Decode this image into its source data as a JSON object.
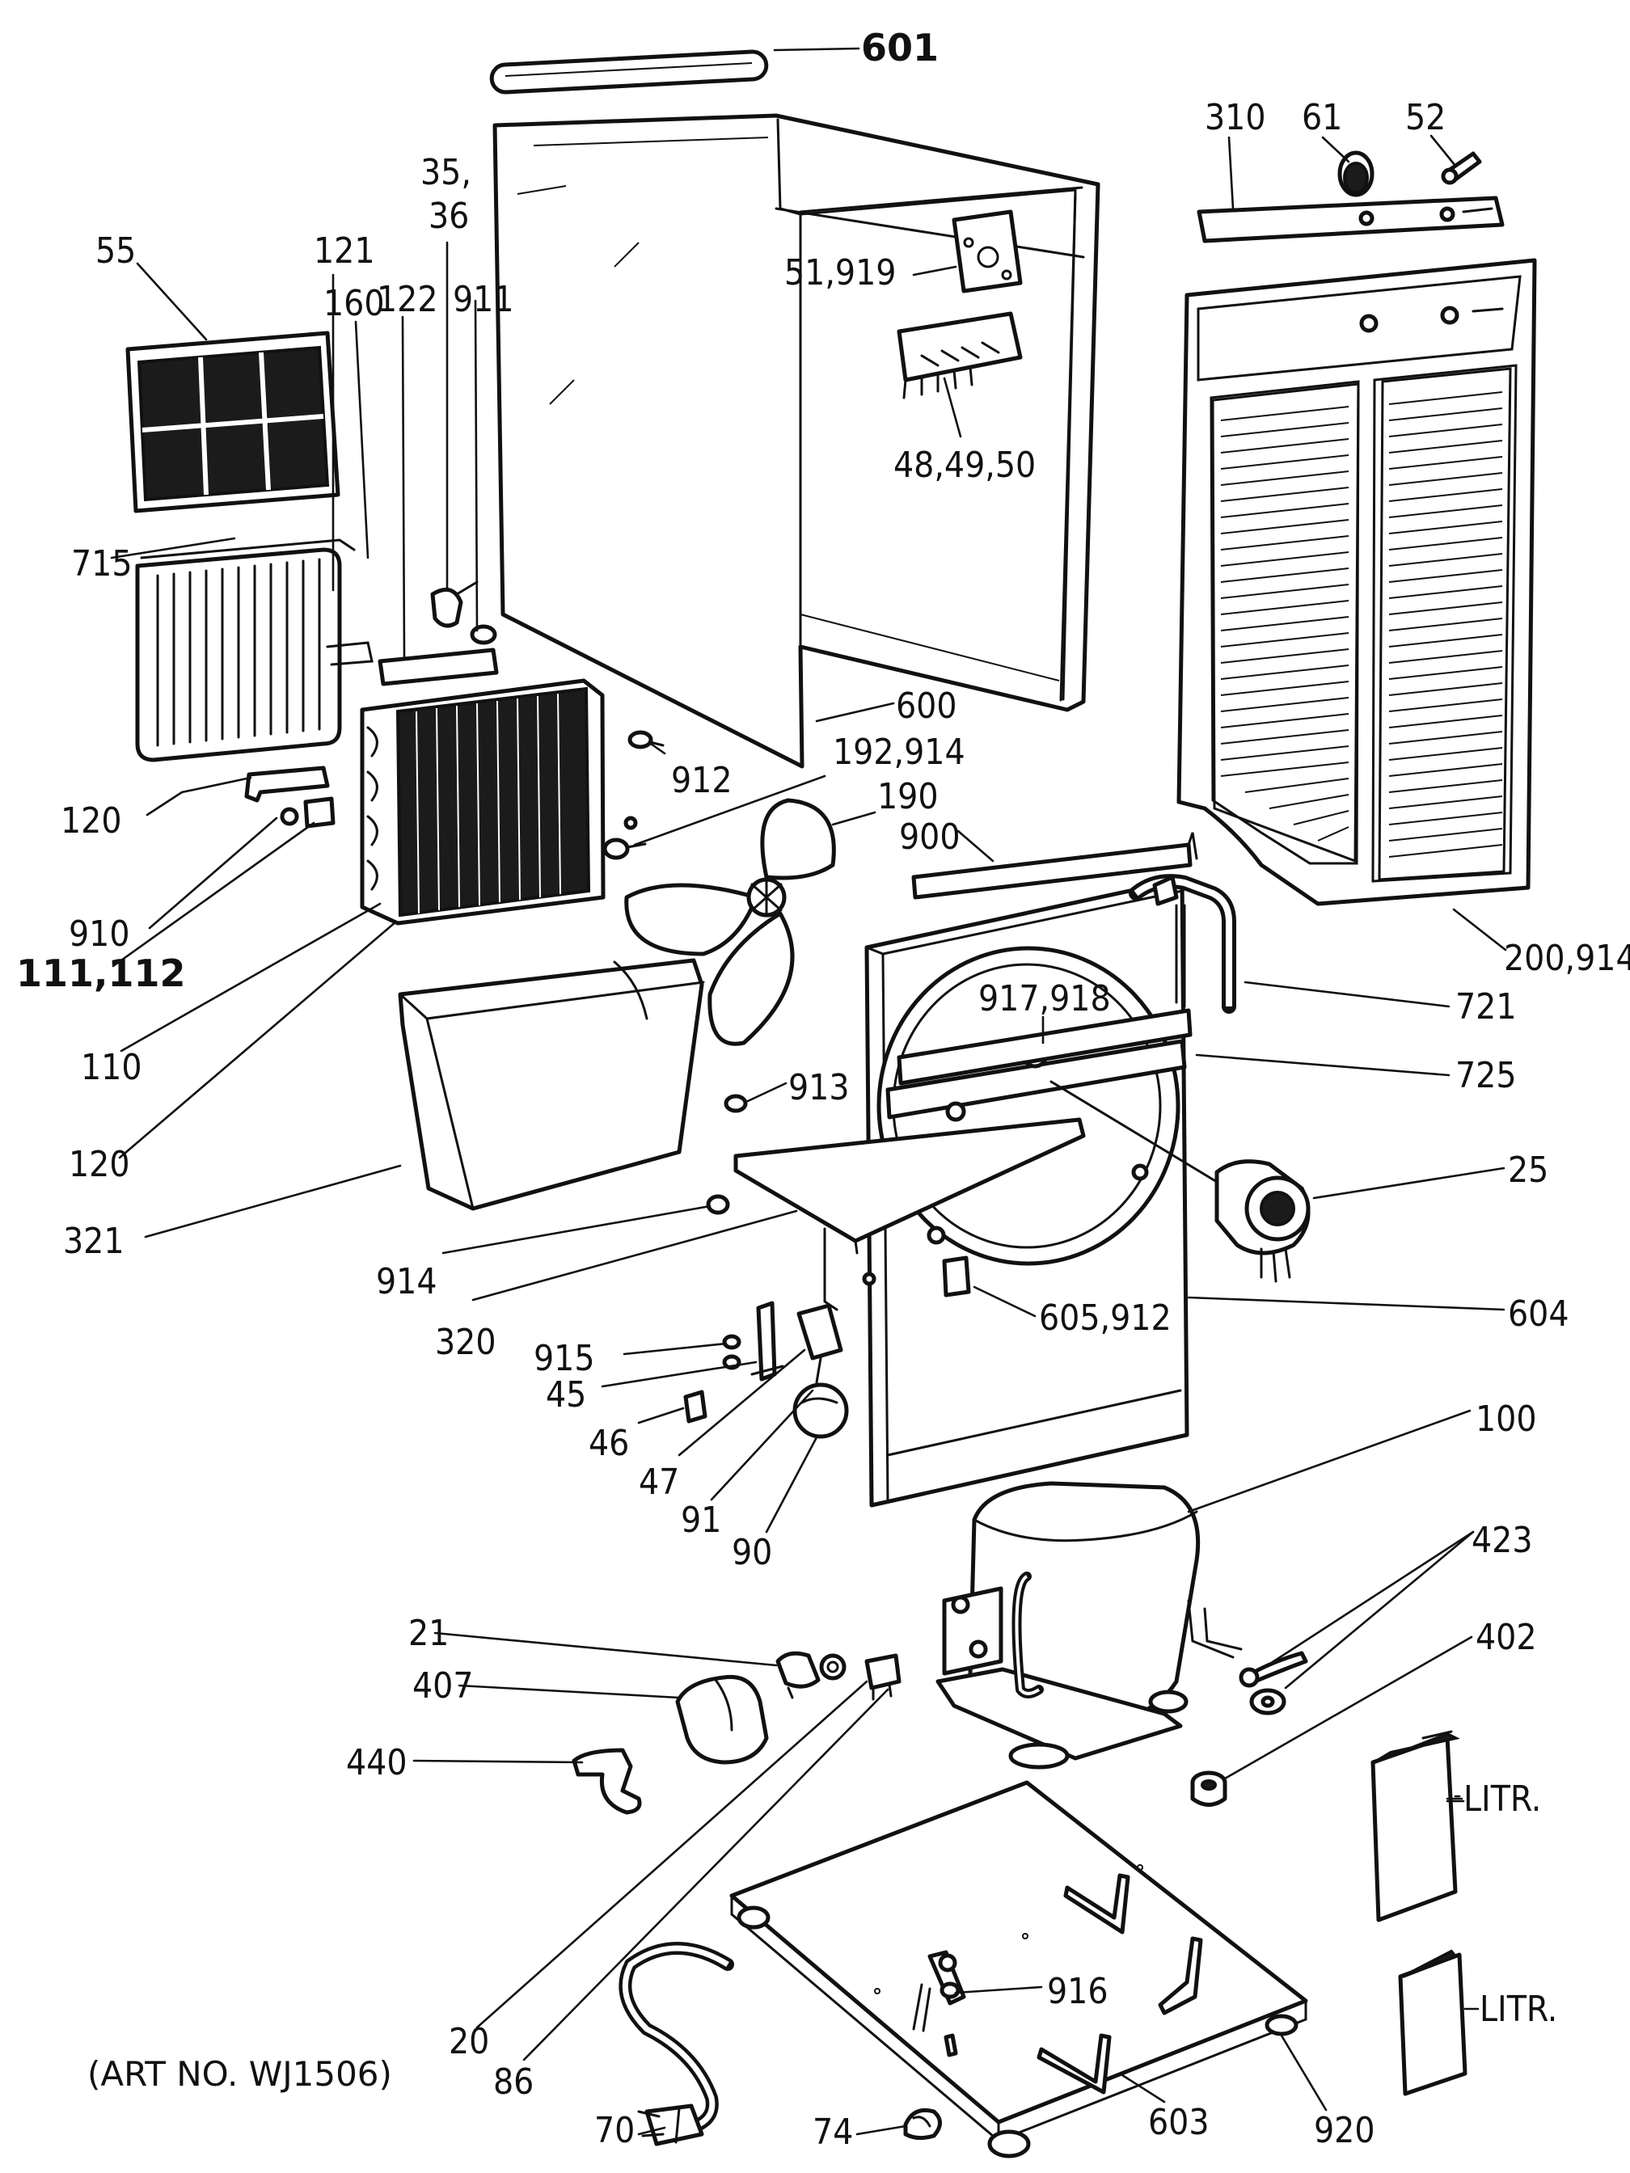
{
  "labels": {
    "l601": "601",
    "l310": "310",
    "l61": "61",
    "l52": "52",
    "l35": "35,",
    "l36": "36",
    "l55": "55",
    "l121": "121",
    "l160": "160",
    "l122": "122",
    "l911": "911",
    "l51": "51,919",
    "l48": "48,49,50",
    "l715": "715",
    "l600": "600",
    "l912": "912",
    "l192": "192,914",
    "l190": "190",
    "l900": "900",
    "l120a": "120",
    "l910": "910",
    "l111": "111,112",
    "l110": "110",
    "l120b": "120",
    "l200": "200,914",
    "l721": "721",
    "l917": "917,918",
    "l725": "725",
    "l913": "913",
    "l25": "25",
    "l321": "321",
    "l914": "914",
    "l320": "320",
    "l604": "604",
    "l915": "915",
    "l45": "45",
    "l605": "605,912",
    "l46": "46",
    "l47": "47",
    "l91": "91",
    "l90": "90",
    "l100": "100",
    "l423": "423",
    "l21": "21",
    "l402": "402",
    "l407": "407",
    "l440": "440",
    "l20": "20",
    "l86": "86",
    "l916": "916",
    "l70": "70",
    "l74": "74",
    "l603": "603",
    "l920": "920",
    "litr1": "LITR.",
    "litr2": "LITR."
  },
  "caption": "(ART NO. WJ1506)"
}
